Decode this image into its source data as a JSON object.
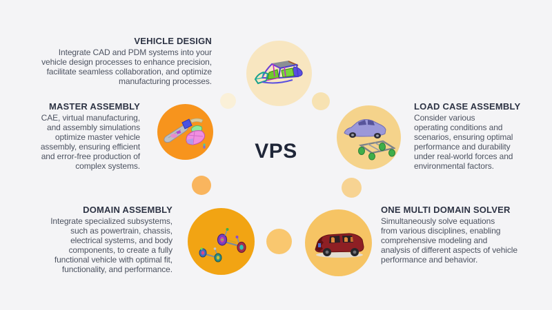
{
  "center_label": "VPS",
  "sections": {
    "vehicle_design": {
      "title": "VEHICLE DESIGN",
      "description": "Integrate CAD and PDM systems into your\nvehicle design processes to enhance precision,\nfacilitate seamless collaboration, and optimize\nmanufacturing processes."
    },
    "master_assembly": {
      "title": "MASTER ASSEMBLY",
      "description": "CAE, virtual manufacturing,\nand assembly simulations\noptimize master vehicle\nassembly, ensuring efficient\nand error-free production of\ncomplex systems."
    },
    "load_case_assembly": {
      "title": "LOAD CASE ASSEMBLY",
      "description": "Consider various\noperating conditions and\nscenarios, ensuring optimal\nperformance and durability\nunder real-world forces and\nenvironmental factors."
    },
    "domain_assembly": {
      "title": "DOMAIN ASSEMBLY",
      "description": "Integrate specialized subsystems,\nsuch as powertrain, chassis,\nelectrical systems, and body\ncomponents, to create a fully\nfunctional vehicle with optimal fit,\nfunctionality, and performance."
    },
    "one_multi_domain_solver": {
      "title": "ONE MULTI DOMAIN SOLVER",
      "description": "Simultaneously solve equations\nfrom various disciplines, enabling\ncomprehensive modeling and\nanalysis of different aspects of vehicle\nperformance and behavior."
    }
  },
  "icons": {
    "vehicle_design": "wireframe-car-body-model",
    "master_assembly": "exploded-car-panels-model",
    "load_case_assembly": "car-on-test-rig-model",
    "domain_assembly": "axle-subsystem-models",
    "one_multi_domain_solver": "crash-test-car-model"
  },
  "colors": {
    "background": "#f4f4f6",
    "title_text": "#2d3344",
    "body_text": "#4c5260",
    "center_text": "#1f2638",
    "circle_vehicle_design": "#f8e6c0",
    "circle_master_assembly": "#f7941d",
    "circle_load_case_assembly": "#f5d38b",
    "circle_domain_assembly": "#f2a413",
    "circle_one_multi_domain_solver": "#f6c464",
    "dot_top_left": "#faf0d8",
    "dot_top_right": "#f7e2b2",
    "dot_mid_left": "#f9b55e",
    "dot_mid_right": "#f7d392",
    "dot_bottom": "#f9c76f"
  }
}
